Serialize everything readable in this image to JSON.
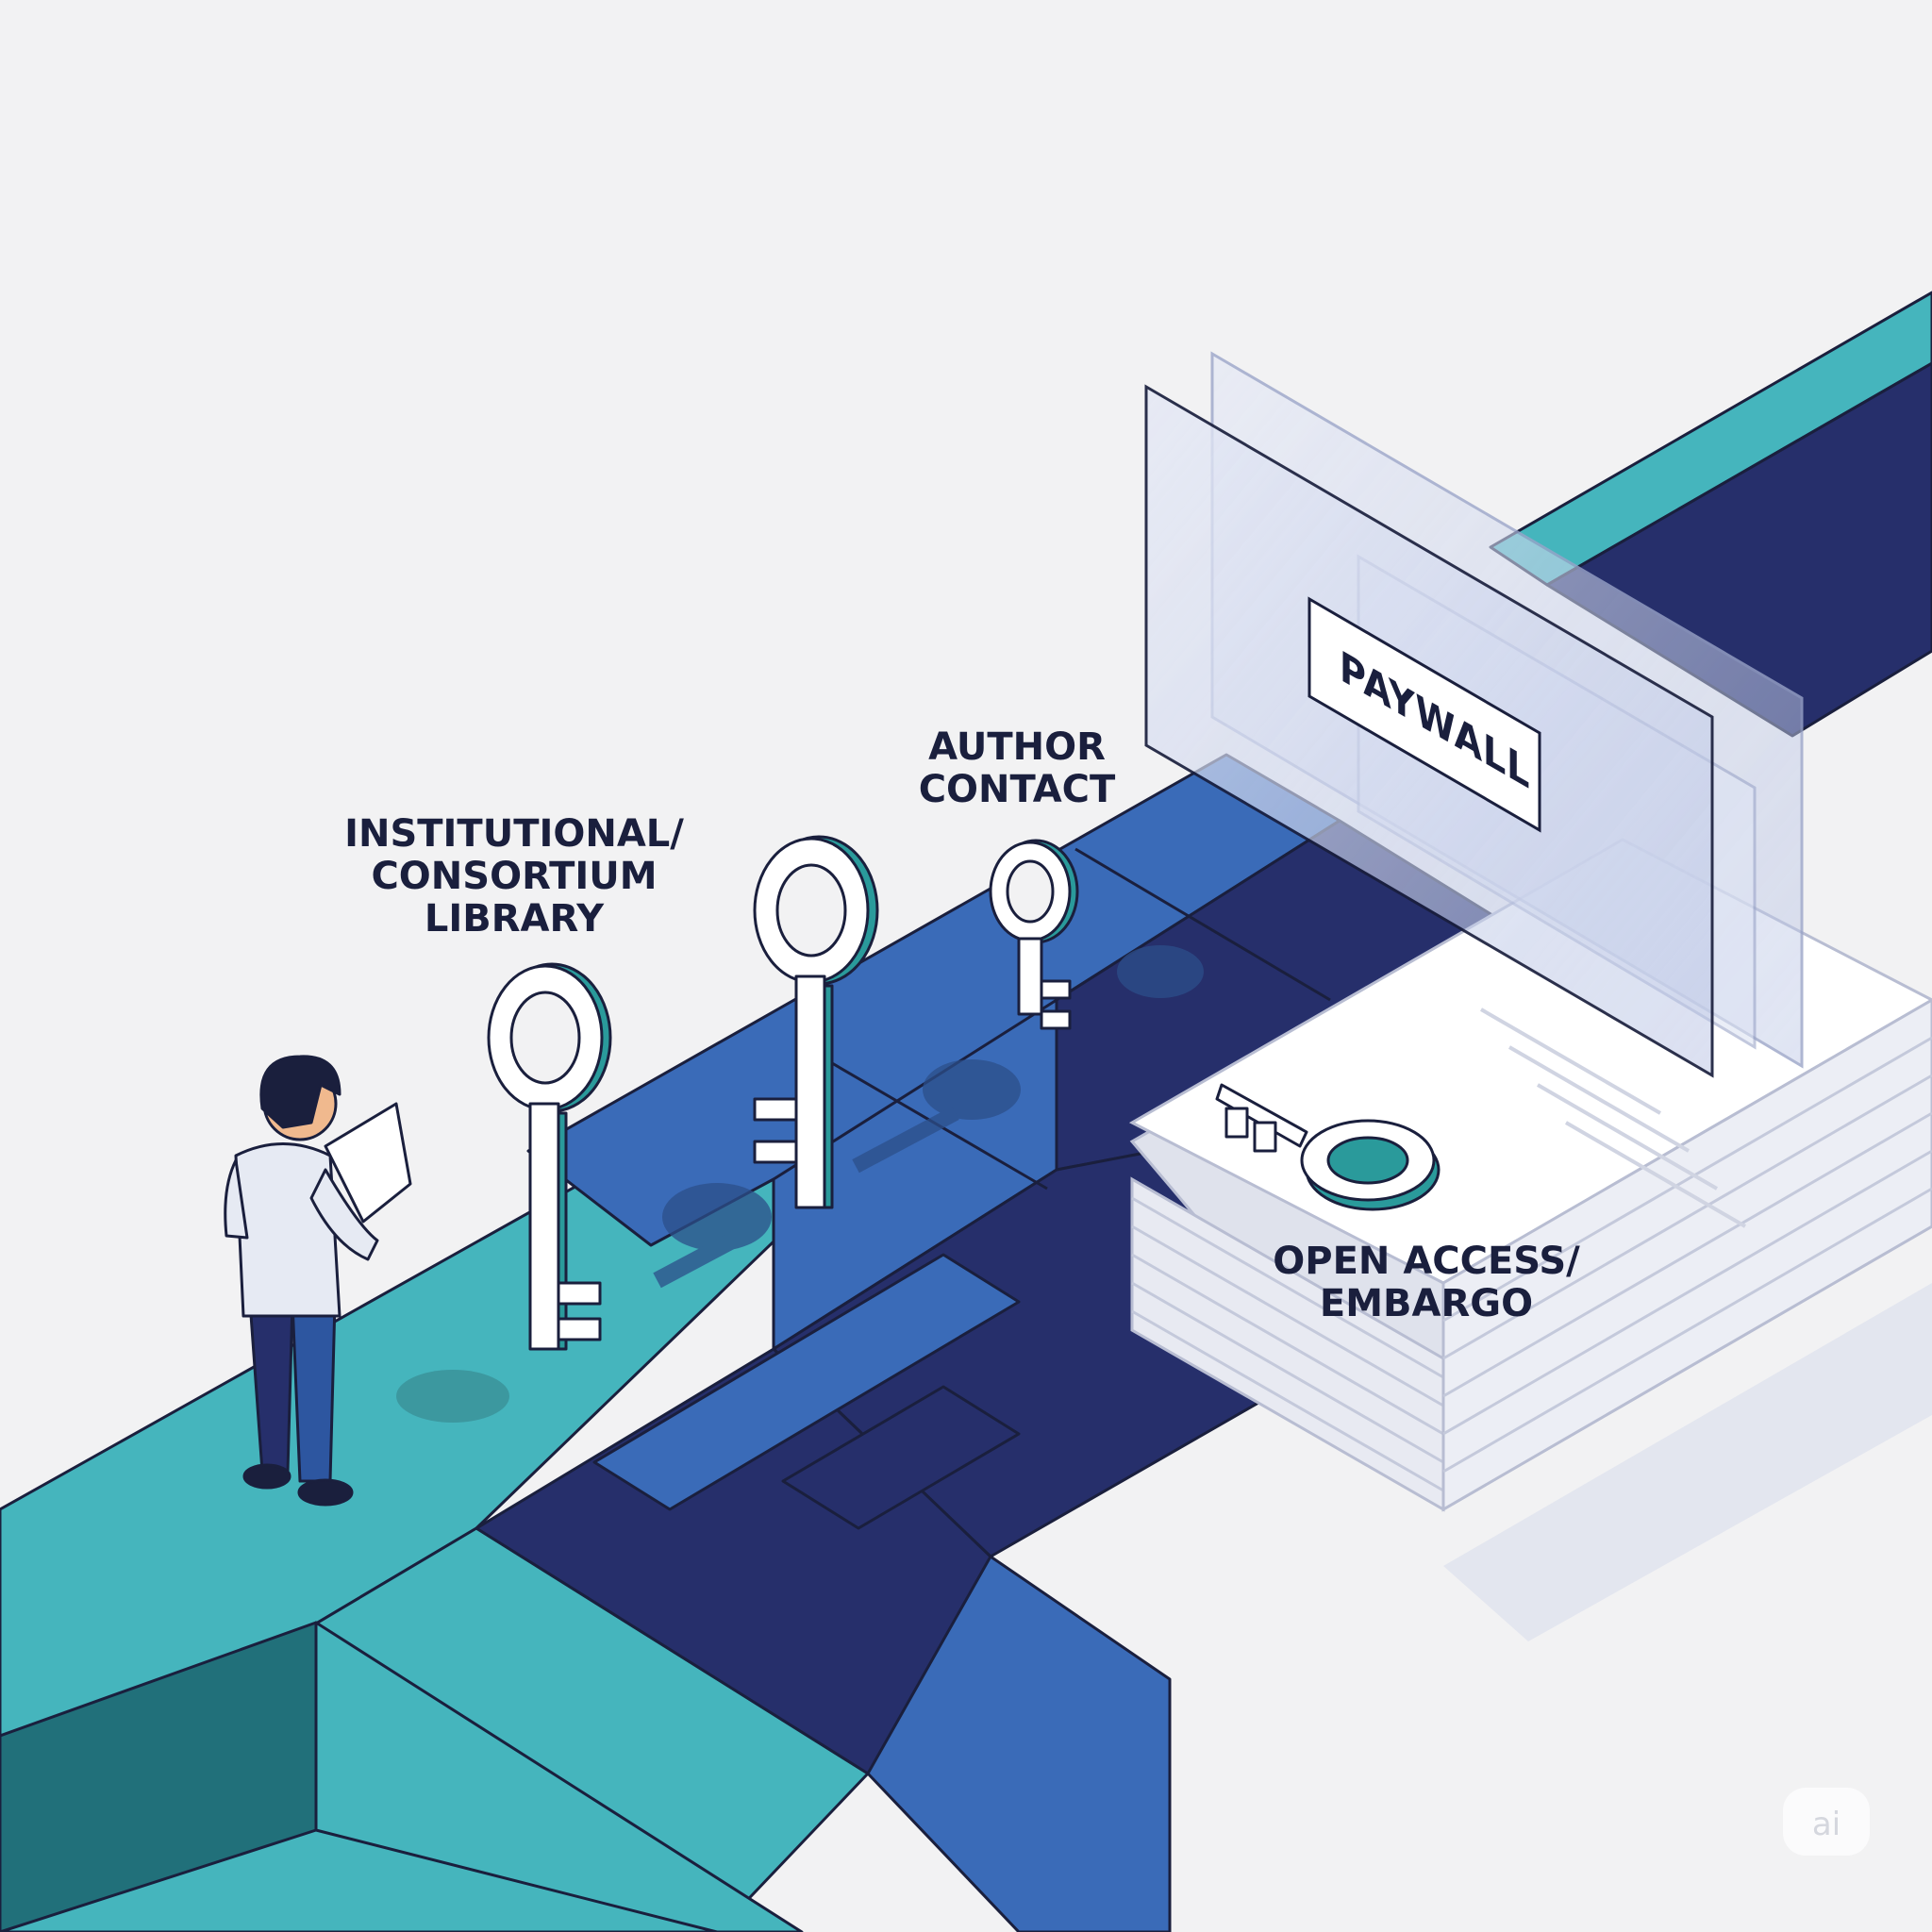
{
  "labels": {
    "institutional": [
      "INSTITUTIONAL/",
      "CONSORTIUM",
      "LIBRARY"
    ],
    "author": [
      "AUTHOR",
      "CONTACT"
    ],
    "paywall": "PAYWALL",
    "open_access": [
      "OPEN ACCESS/",
      "EMBARGO"
    ]
  },
  "watermark": "ai",
  "colors": {
    "background": "#f2f2f3",
    "teal": "#45b5bd",
    "teal_dark": "#21707a",
    "blue": "#3a6bb8",
    "navy": "#262f6b",
    "outline": "#1a1f3d",
    "key_accent": "#2a9a9b",
    "glass": "#c9d2ea"
  },
  "icons": [
    "key-icon",
    "person-figure",
    "document-stack",
    "paywall-glass-panel"
  ]
}
